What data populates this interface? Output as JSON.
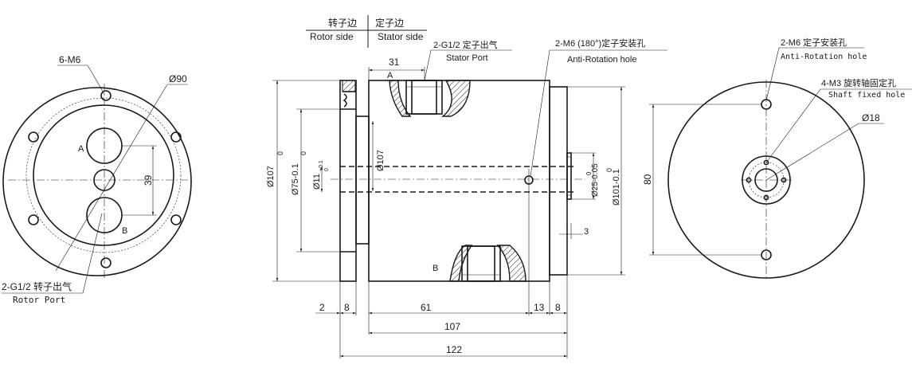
{
  "header": {
    "rotor_side_cn": "转子边",
    "rotor_side_en": "Rotor side",
    "stator_side_cn": "定子边",
    "stator_side_en": "Stator side"
  },
  "left_view": {
    "bolt_label": "6-M6",
    "pcd_label": "Ø90",
    "port_a": "A",
    "port_b": "B",
    "spacing_dim": "39",
    "rotor_port_cn": "2-G1/2 转子出气",
    "rotor_port_en": "Rotor Port"
  },
  "section_view": {
    "dim_top_31": "31",
    "stator_port_cn": "2-G1/2 定子出气",
    "stator_port_en": "Stator Port",
    "anti_rot_cn": "2-M6 (180°)定子安装孔",
    "anti_rot_en": "Anti-Rotation hole",
    "port_a": "A",
    "port_b": "B",
    "dia_107_left": "Ø107",
    "tol_zero_left": "0",
    "dia_75": "Ø75-0.1",
    "tol_zero_75": "0",
    "dia_11": "Ø11",
    "dia_11_tol": "+0.1",
    "dia_11_tol2": "0",
    "dia_107_inner": "Ø107",
    "dia_25": "Ø25-0.05",
    "dia_25_tol": "0",
    "dia_101": "Ø101-0.1",
    "dia_101_tol": "0",
    "dim_3": "3",
    "dim_2": "2",
    "dim_8a": "8",
    "dim_61": "61",
    "dim_13": "13",
    "dim_8b": "8",
    "dim_107": "107",
    "dim_122": "122"
  },
  "right_view": {
    "anti_rot_cn": "2-M6  定子安装孔",
    "anti_rot_en": "Anti-Rotation hole",
    "shaft_cn": "4-M3 旋转轴固定孔",
    "shaft_en": "Shaft fixed hole",
    "dia_18": "Ø18",
    "dim_80": "80"
  }
}
